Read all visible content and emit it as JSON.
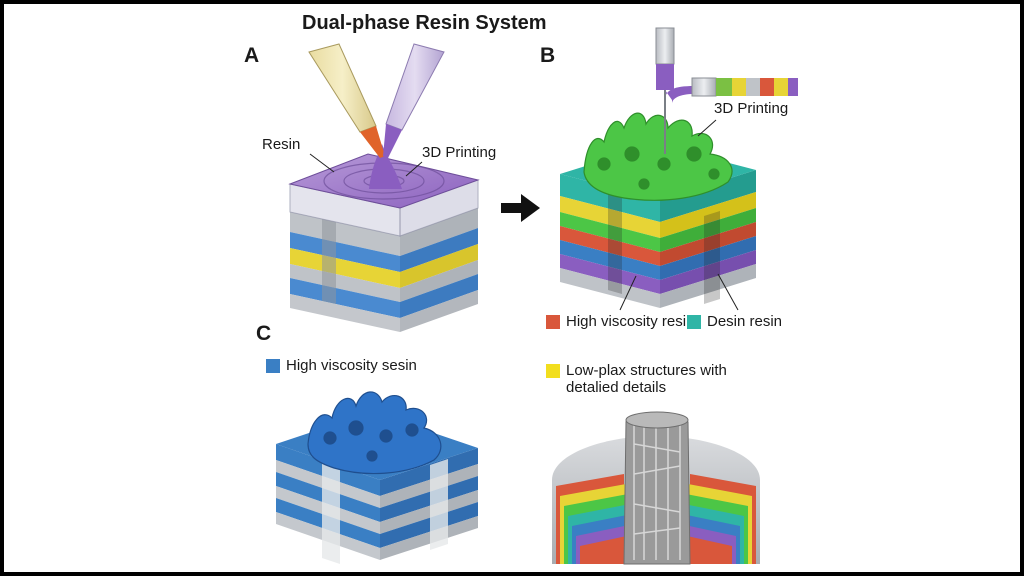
{
  "title": "Dual-phase Resin System",
  "panels": {
    "a": {
      "letter": "A",
      "resin_label": "Resin",
      "printing_label": "3D Printing"
    },
    "b": {
      "letter": "B",
      "printing_label": "3D Printing"
    },
    "c": {
      "letter": "C"
    }
  },
  "legend": [
    {
      "label": "High viscosity resin",
      "color": "#d9573b"
    },
    {
      "label": "Desin resin",
      "color": "#2fb5a6"
    },
    {
      "label": "Low-plax structures with detalied details",
      "color": "#f2de1e"
    },
    {
      "label": "High viscosity sesin",
      "color": "#3a7fc4"
    }
  ],
  "colors": {
    "layer_blue": "#4a8ad0",
    "layer_gray": "#bfc3c8",
    "layer_yellow": "#e7d436",
    "resin_purple": "#9a6fc8",
    "nozzle_orange": "#e0632a",
    "lattice_green": "#4cc646",
    "lattice_blue": "#2f74c8",
    "lattice_gray": "#9a9a9a"
  }
}
